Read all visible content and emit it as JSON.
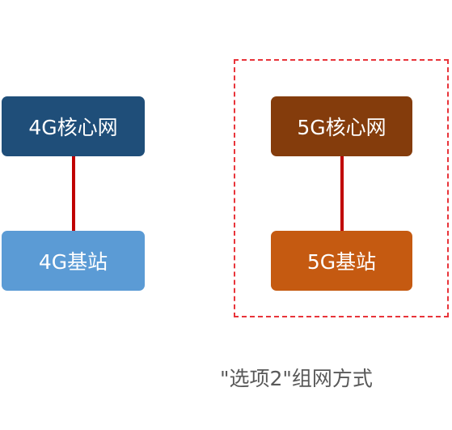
{
  "diagram": {
    "nodes": {
      "core_4g": "4G核心网",
      "base_station_4g": "4G基站",
      "core_5g": "5G核心网",
      "base_station_5g": "5G基站"
    },
    "caption": "\"选项2\"组网方式"
  },
  "colors": {
    "core_4g": "#1f4e79",
    "base_station_4g": "#5b9bd5",
    "core_5g": "#843c0c",
    "base_station_5g": "#c55a11",
    "link": "#c00000",
    "frame": "#e8343a"
  }
}
